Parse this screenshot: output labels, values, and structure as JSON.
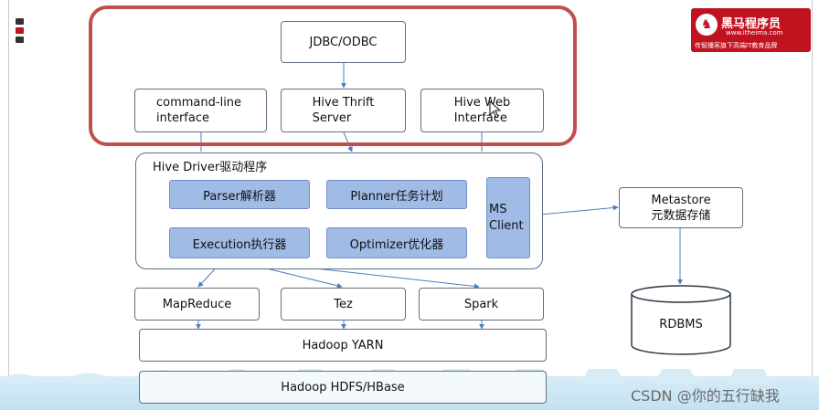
{
  "diagram": {
    "clients": {
      "jdbc": "JDBC/ODBC",
      "cli_line1": "command-line",
      "cli_line2": "interface",
      "thrift_line1": "Hive Thrift",
      "thrift_line2": "Server",
      "web_line1": "Hive Web",
      "web_line2": "Interface"
    },
    "driver": {
      "title": "Hive Driver驱动程序",
      "parser": "Parser解析器",
      "planner": "Planner任务计划",
      "execution": "Execution执行器",
      "optimizer": "Optimizer优化器",
      "ms_line1": "MS",
      "ms_line2": "Client"
    },
    "metastore": {
      "line1": "Metastore",
      "line2": "元数据存储"
    },
    "engines": {
      "mapreduce": "MapReduce",
      "tez": "Tez",
      "spark": "Spark"
    },
    "yarn": "Hadoop YARN",
    "hdfs": "Hadoop HDFS/HBase",
    "rdbms": "RDBMS"
  },
  "logo": {
    "title": "黑马程序员",
    "url": "www.itheima.com",
    "slogan": "传智播客旗下高端IT教育品牌"
  },
  "watermark": "CSDN @你的五行缺我",
  "colors": {
    "highlight_border": "#c0504d",
    "module_fill": "#9fbbe6",
    "logo_red": "#c1121f",
    "arrow": "#4a7fc1"
  }
}
